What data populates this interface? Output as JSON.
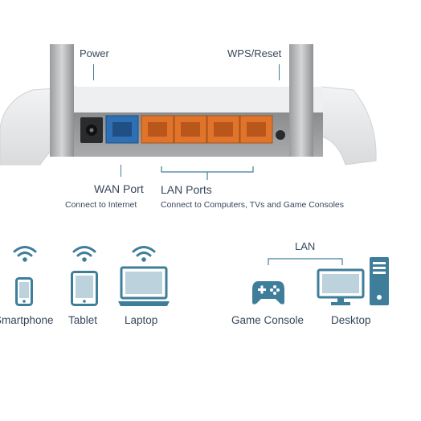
{
  "router": {
    "power_label": "Power",
    "wps_label": "WPS/Reset",
    "wan_label": "WAN Port",
    "wan_desc": "Connect to Internet",
    "lan_label": "LAN Ports",
    "lan_desc": "Connect to Computers, TVs and Game Consoles",
    "port_colors": {
      "wan": "#2f6fb3",
      "lan": "#e0742b"
    }
  },
  "wireless_devices": [
    {
      "label": "Smartphone",
      "icon": "smartphone-icon"
    },
    {
      "label": "Tablet",
      "icon": "tablet-icon"
    },
    {
      "label": "Laptop",
      "icon": "laptop-icon"
    }
  ],
  "wired": {
    "lan_label": "LAN",
    "devices": [
      {
        "label": "Game Console",
        "icon": "gamepad-icon"
      },
      {
        "label": "Desktop",
        "icon": "desktop-icon"
      }
    ]
  },
  "icon_color": "#3f7e9a"
}
